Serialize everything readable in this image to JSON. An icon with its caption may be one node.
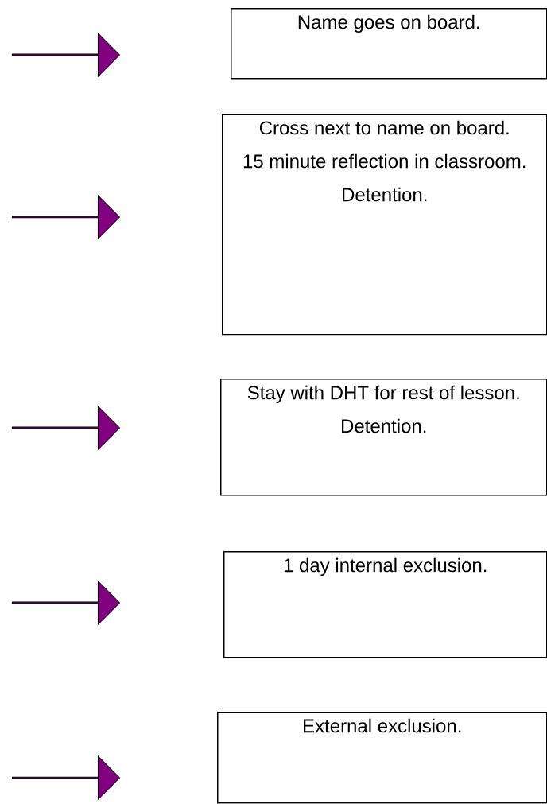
{
  "diagram": {
    "nodes": [
      {
        "text": [],
        "shape": "arrow"
      },
      {
        "text": [
          "Name goes on board."
        ]
      },
      {
        "text": [],
        "shape": "arrow"
      },
      {
        "text": [
          "Cross next to name on board.",
          "15 minute reflection in classroom. Detention."
        ]
      },
      {
        "text": [],
        "shape": "arrow"
      },
      {
        "text": [
          "Stay with DHT for rest of lesson. Detention."
        ]
      },
      {
        "text": [],
        "shape": "arrow"
      },
      {
        "text": [
          "1 day internal exclusion."
        ]
      },
      {
        "text": [],
        "shape": "arrow"
      },
      {
        "text": [
          "External exclusion."
        ]
      }
    ]
  }
}
